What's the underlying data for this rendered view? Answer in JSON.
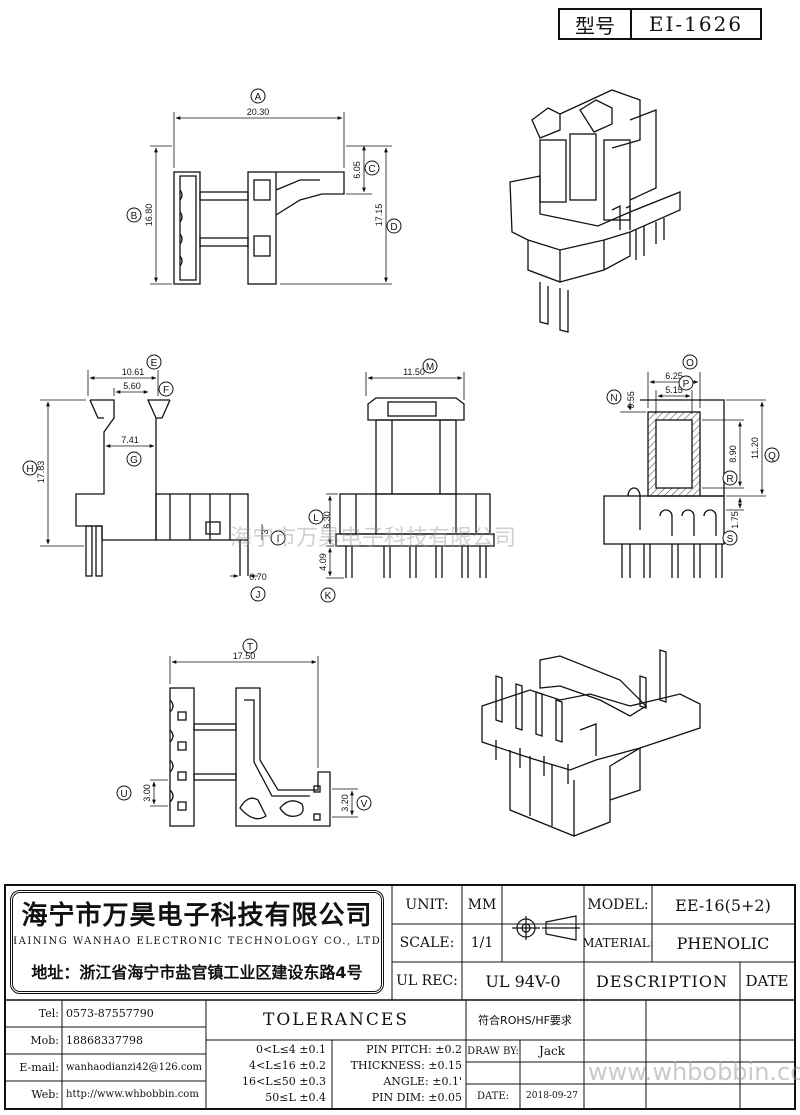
{
  "header": {
    "type_label": "型号",
    "type_value": "EI-1626"
  },
  "dims": {
    "A": "20.30",
    "B": "16.80",
    "C": "6.05",
    "D": "17.15",
    "E": "10.61",
    "F": "5.60",
    "G": "7.41",
    "H": "17.83",
    "I": "3",
    "J": "0.70",
    "K": "4.09",
    "L": "6.30",
    "M": "11.50",
    "N": "0.55",
    "O": "6.25",
    "P": "5.15",
    "Q": "11.20",
    "R": "8.90",
    "S": "1.75",
    "T": "17.50",
    "U": "3.00",
    "V": "3.20"
  },
  "letters": {
    "A": "A",
    "B": "B",
    "C": "C",
    "D": "D",
    "E": "E",
    "F": "F",
    "G": "G",
    "H": "H",
    "I": "I",
    "J": "J",
    "K": "K",
    "L": "L",
    "M": "M",
    "N": "N",
    "O": "O",
    "P": "P",
    "Q": "Q",
    "R": "R",
    "S": "S",
    "T": "T",
    "U": "U",
    "V": "V"
  },
  "watermark_center": "海宁市万昊电子科技有限公司",
  "watermark_corner": "www.whbobbin.com",
  "title_block": {
    "company_cn": "海宁市万昊电子科技有限公司",
    "company_en": "HAINING WANHAO ELECTRONIC TECHNOLOGY CO., LTD.",
    "address": "地址：浙江省海宁市盐官镇工业区建设东路4号",
    "unit_label": "UNIT:",
    "unit_value": "MM",
    "scale_label": "SCALE:",
    "scale_value": "1/1",
    "model_label": "MODEL:",
    "model_value": "EE-16(5+2)",
    "material_label": "MATERIAL:",
    "material_value": "PHENOLIC",
    "ulrec_label": "UL REC:",
    "ulrec_value": "UL 94V-0",
    "description_label": "DESCRIPTION",
    "date_col_label": "DATE",
    "tel_label": "Tel:",
    "tel_value": "0573-87557790",
    "mob_label": "Mob:",
    "mob_value": "18868337798",
    "email_label": "E-mail:",
    "email_value": "wanhaodianzi42@126.com",
    "web_label": "Web:",
    "web_value": "http://www.whbobbin.com",
    "tolerances_label": "TOLERANCES",
    "rohs": "符合ROHS/HF要求",
    "tol_rows": [
      "0<L≤4 ±0.1",
      "4<L≤16 ±0.2",
      "16<L≤50 ±0.3",
      "50≤L ±0.4"
    ],
    "pin_rows": [
      "PIN PITCH: ±0.2",
      "THICKNESS: ±0.15",
      "ANGLE: ±0.1'",
      "PIN DIM: ±0.05"
    ],
    "draw_by_label": "DRAW BY:",
    "draw_by_value": "Jack",
    "date_label": "DATE:",
    "date_value": "2018-09-27"
  }
}
